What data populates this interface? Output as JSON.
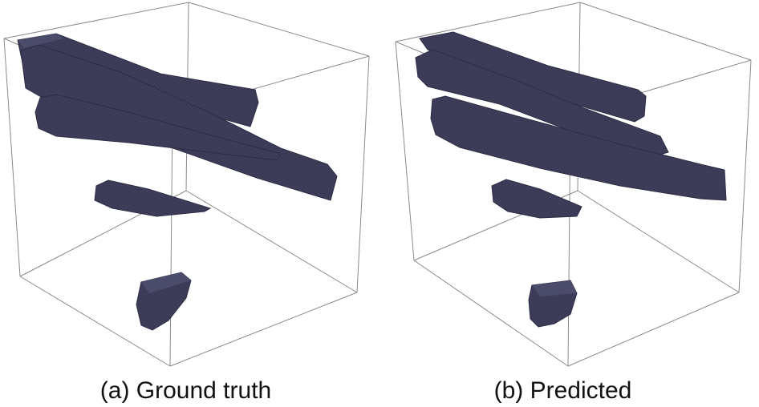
{
  "figure": {
    "panels": [
      {
        "id": "ground-truth",
        "caption": "(a) Ground truth"
      },
      {
        "id": "predicted",
        "caption": "(b) Predicted"
      }
    ]
  },
  "colors": {
    "shape_fill": "#3f3f5c",
    "shape_shadow": "#2d2d45",
    "shape_highlight": "#55557a",
    "box_line": "#8a8a8a"
  }
}
